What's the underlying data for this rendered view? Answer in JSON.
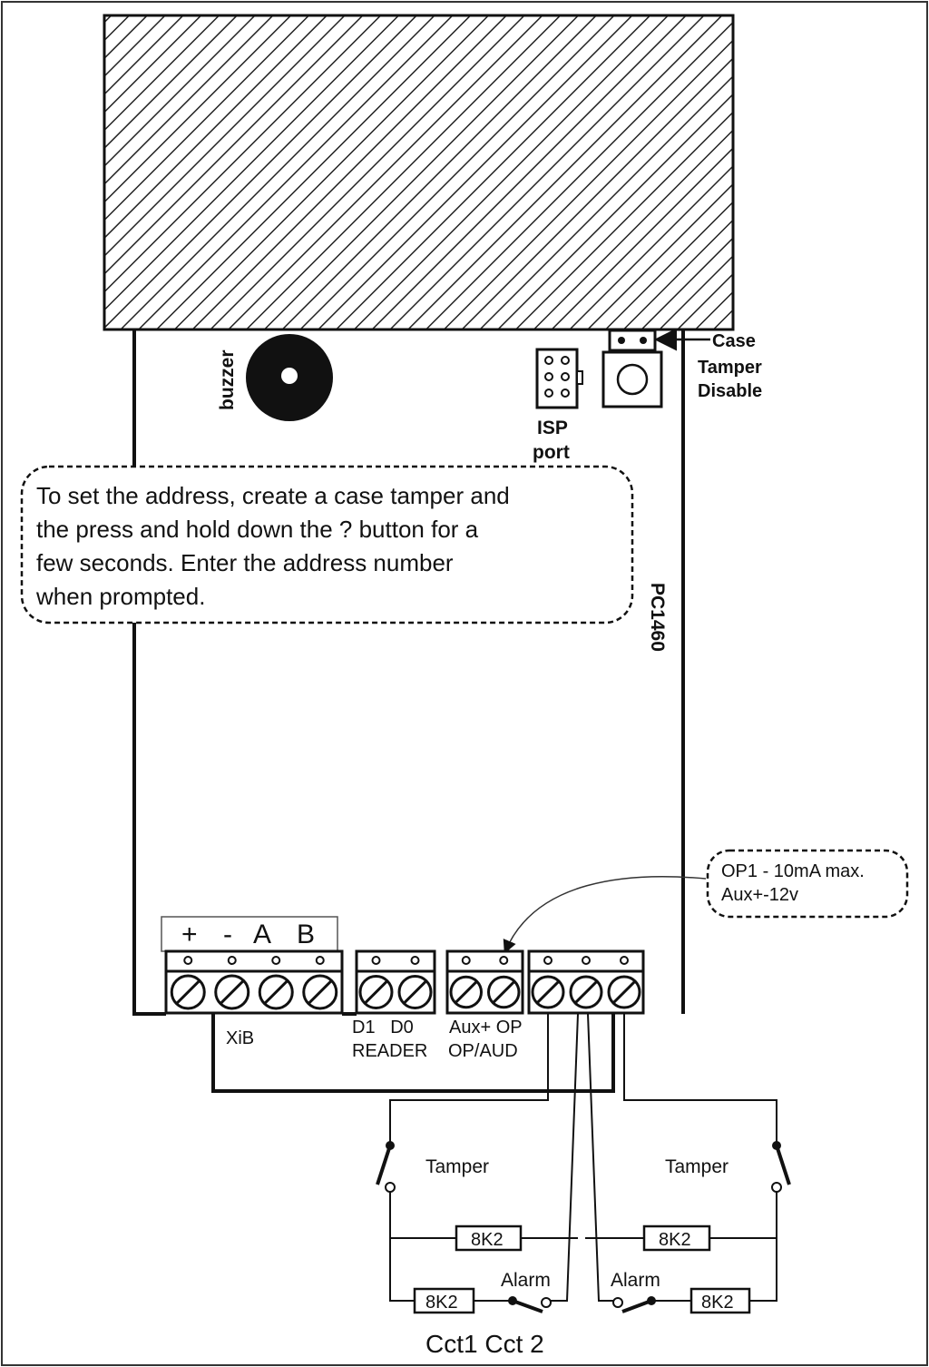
{
  "labels": {
    "buzzer": "buzzer",
    "case_tamper_disable": [
      "Case",
      "Tamper",
      "Disable"
    ],
    "isp_port": [
      "ISP",
      "port"
    ],
    "board_model": "PC1460",
    "xib_terminals": [
      "+",
      "-",
      "A",
      "B"
    ],
    "xib": "XiB",
    "reader_terminals": "D1   D0",
    "reader": "READER",
    "aux_terminals": "Aux+ OP",
    "op_aud": "OP/AUD",
    "tamper_left": "Tamper",
    "tamper_right": "Tamper",
    "resistor": "8K2",
    "alarm_left": "Alarm",
    "alarm_right": "Alarm",
    "circuits": "Cct1 Cct 2"
  },
  "notes": {
    "address_lines": [
      "To set the address, create a case tamper and",
      "the press and hold down the ? button for a",
      "few seconds. Enter the address  number",
      "when prompted."
    ],
    "output_lines": [
      "OP1 - 10mA max.",
      "Aux+-12v"
    ]
  },
  "colors": {
    "line": "#111111",
    "hatch": "#222222",
    "background": "#ffffff"
  }
}
